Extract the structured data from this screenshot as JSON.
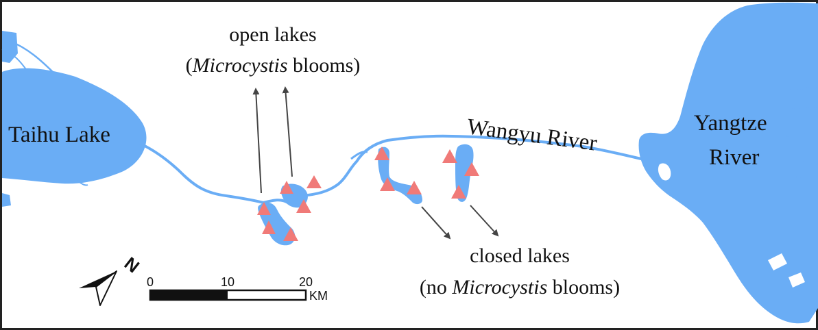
{
  "colors": {
    "water": "#6aadf5",
    "site_marker": "#f07a78",
    "arrow": "#444444",
    "frame": "#222222"
  },
  "labels": {
    "taihu_lake": "Taihu Lake",
    "wangyu_river": "Wangyu River",
    "yangtze_river_line1": "Yangtze",
    "yangtze_river_line2": "River"
  },
  "annotations": {
    "open_lakes": {
      "line1": "open lakes",
      "line2_prefix": "(",
      "line2_italic": "Microcystis",
      "line2_suffix": " blooms)"
    },
    "closed_lakes": {
      "line1": "closed lakes",
      "line2_prefix": "(no ",
      "line2_italic": "Microcystis",
      "line2_suffix": " blooms)"
    }
  },
  "scale_bar": {
    "ticks": [
      "0",
      "10",
      "20"
    ],
    "unit": "KM"
  },
  "north_arrow": {
    "label": "N",
    "icon": "north-arrow-icon"
  },
  "legend_symbols": {
    "sampling_site": "triangle-marker-icon"
  }
}
